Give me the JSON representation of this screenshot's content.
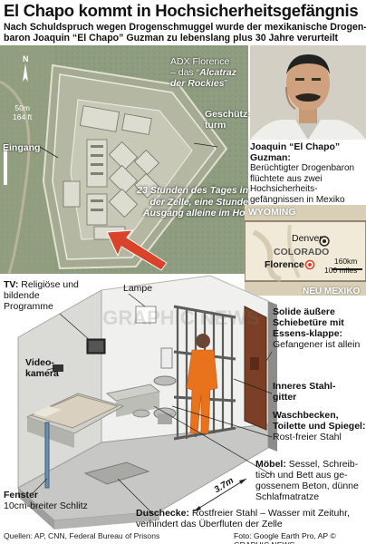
{
  "header": {
    "title": "El Chapo kommt in Hochsicherheitsgefängnis",
    "subtitle_line1": "Nach Schuldspruch wegen Drogenschmuggel wurde der mexikanische Drogen-",
    "subtitle_line2": "baron Joaquin “El Chapo” Guzman zu lebenslang plus 30 Jahre verurteilt"
  },
  "aerial": {
    "prison_name": "ADX Florence",
    "nickname_prefix": "– das “",
    "nickname": "Alcatraz der Rockies",
    "nickname_suffix": "”",
    "tower_label": "Geschütz-\nturm",
    "entrance_label": "Eingang",
    "scale_m": "50m",
    "scale_ft": "164 ft",
    "north": "N",
    "routine_text": "23 Stunden des Tages in der Zelle, eine Stunde Ausgang alleine im Hof"
  },
  "person": {
    "name": "Joaquin “El Chapo” Guzman:",
    "description": "Berüchtigter Drogenbaron flüchtete aus zwei Hochsicherheits-gefängnissen in Mexiko"
  },
  "map": {
    "state_top": "WYOMING",
    "state_mid": "COLORADO",
    "state_bottom": "NEU MEXIKO",
    "city_capital": "Denver",
    "city_prison": "Florence",
    "scale_km": "160km",
    "scale_mi": "100 miles"
  },
  "cell": {
    "tv_title": "TV:",
    "tv_text": "Religiöse und bildende Programme",
    "lamp": "Lampe",
    "camera": "Video-\nkamera",
    "door_title": "Solide äußere Schiebetüre mit Essens-klappe:",
    "door_text": "Gefangener ist allein",
    "bars": "Inneres Stahl-\ngitter",
    "sink_title": "Waschbecken, Toilette und Spiegel:",
    "sink_text": "Rost-freier Stahl",
    "furniture_title": "Möbel:",
    "furniture_text": "Sessel, Schreib-tisch und Bett aus ge-gossenem Beton, dünne Schlafmatratze",
    "window_title": "Fenster",
    "window_text": "10cm-breiter Schlitz",
    "shower_title": "Duschecke:",
    "shower_text": "Rostfreier Stahl – Wasser mit Zeituhr, verhindert das Überfluten der Zelle",
    "dimension": "3.7m"
  },
  "footer": {
    "sources": "Quellen: AP, CNN, Federal Bureau of Prisons",
    "photo_credit": "Foto: Google Earth Pro, AP",
    "copyright": "© GRAPHIC NEWS"
  },
  "watermark": "GRAPHIC NEWS",
  "colors": {
    "aerial_ground": "#8d9a7e",
    "map_bg": "#e9e1cf",
    "prisoner_orange": "#e8731c",
    "arrow_red": "#d8432a",
    "door_brown": "#7a3f26"
  }
}
